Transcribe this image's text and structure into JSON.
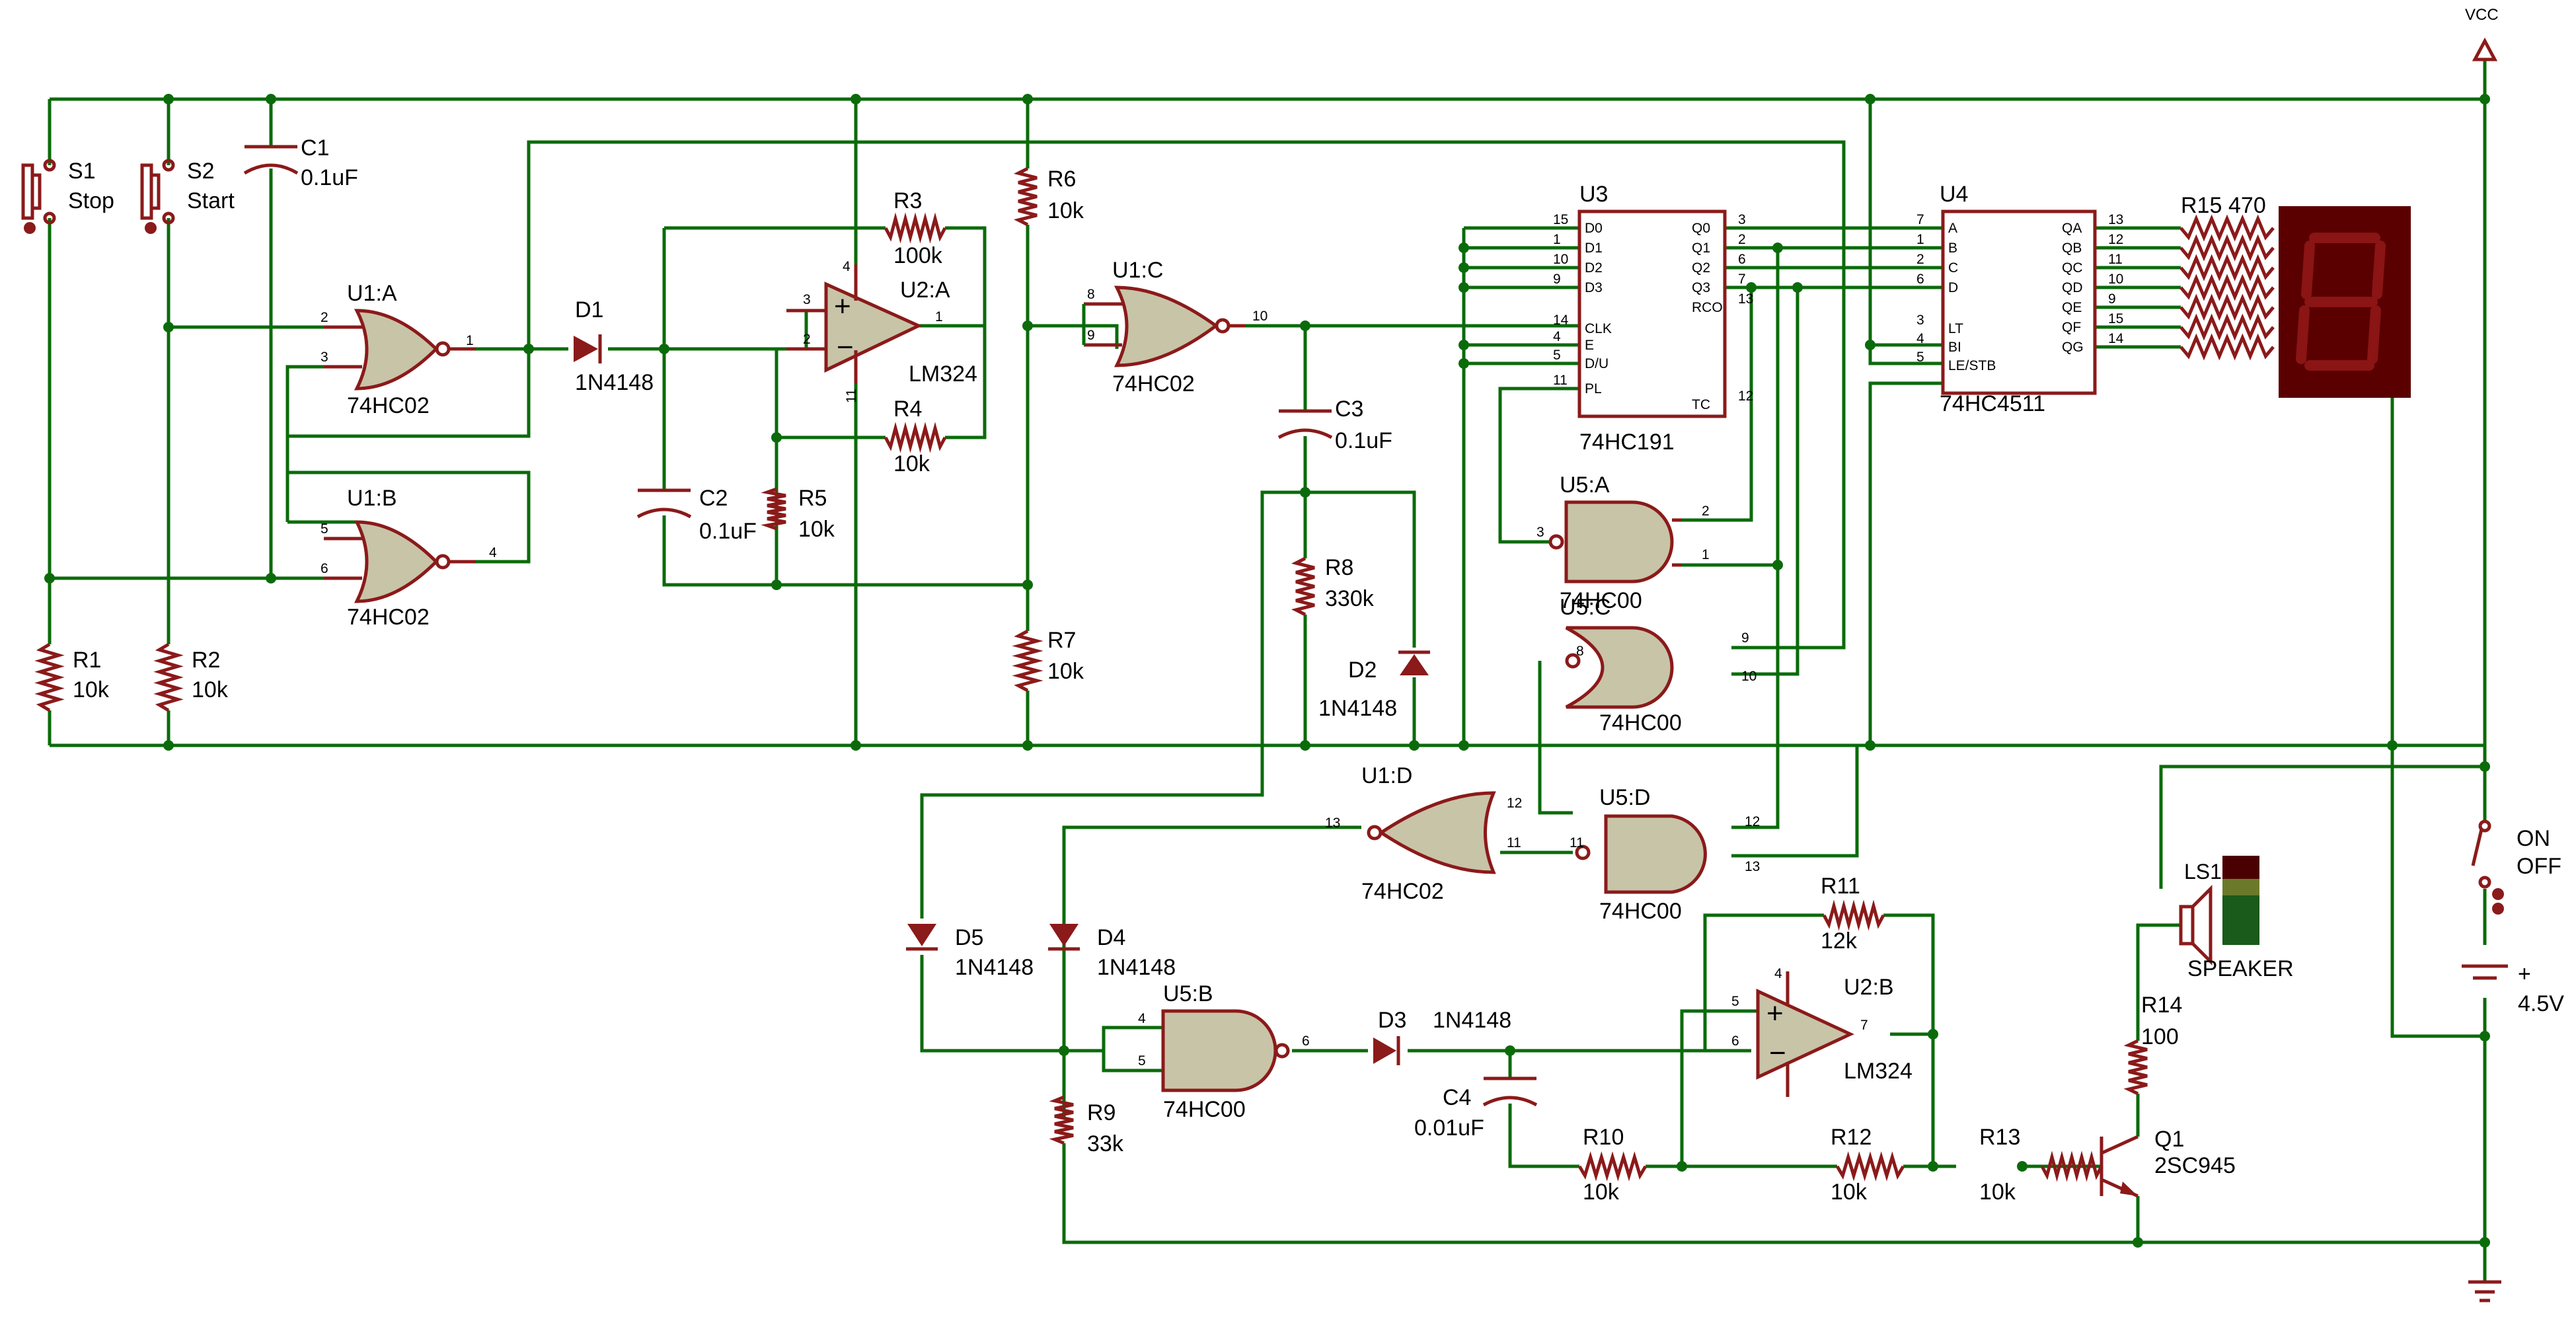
{
  "supply": {
    "vcc": "VCC",
    "battery_plus": "+",
    "battery_value": "4.5V",
    "switch_on": "ON",
    "switch_off": "OFF"
  },
  "components": {
    "s1": {
      "ref": "S1",
      "value": "Stop"
    },
    "s2": {
      "ref": "S2",
      "value": "Start"
    },
    "c1": {
      "ref": "C1",
      "value": "0.1uF"
    },
    "c2": {
      "ref": "C2",
      "value": "0.1uF"
    },
    "c3": {
      "ref": "C3",
      "value": "0.1uF"
    },
    "c4": {
      "ref": "C4",
      "value": "0.01uF"
    },
    "r1": {
      "ref": "R1",
      "value": "10k"
    },
    "r2": {
      "ref": "R2",
      "value": "10k"
    },
    "r3": {
      "ref": "R3",
      "value": "100k"
    },
    "r4": {
      "ref": "R4",
      "value": "10k"
    },
    "r5": {
      "ref": "R5",
      "value": "10k"
    },
    "r6": {
      "ref": "R6",
      "value": "10k"
    },
    "r7": {
      "ref": "R7",
      "value": "10k"
    },
    "r8": {
      "ref": "R8",
      "value": "330k"
    },
    "r9": {
      "ref": "R9",
      "value": "33k"
    },
    "r10": {
      "ref": "R10",
      "value": "10k"
    },
    "r11": {
      "ref": "R11",
      "value": "12k"
    },
    "r12": {
      "ref": "R12",
      "value": "10k"
    },
    "r13": {
      "ref": "R13",
      "value": "10k"
    },
    "r14": {
      "ref": "R14",
      "value": "100"
    },
    "r15": {
      "ref": "R15",
      "value": "470"
    },
    "d1": {
      "ref": "D1",
      "value": "1N4148"
    },
    "d2": {
      "ref": "D2",
      "value": "1N4148"
    },
    "d3": {
      "ref": "D3",
      "value": "1N4148"
    },
    "d4": {
      "ref": "D4",
      "value": "1N4148"
    },
    "d5": {
      "ref": "D5",
      "value": "1N4148"
    },
    "u1a": {
      "ref": "U1:A",
      "value": "74HC02"
    },
    "u1b": {
      "ref": "U1:B",
      "value": "74HC02"
    },
    "u1c": {
      "ref": "U1:C",
      "value": "74HC02"
    },
    "u1d": {
      "ref": "U1:D",
      "value": "74HC02"
    },
    "u2a": {
      "ref": "U2:A",
      "value": "LM324"
    },
    "u2b": {
      "ref": "U2:B",
      "value": "LM324"
    },
    "u3": {
      "ref": "U3",
      "value": "74HC191"
    },
    "u4": {
      "ref": "U4",
      "value": "74HC4511"
    },
    "u5a": {
      "ref": "U5:A",
      "value": "74HC00"
    },
    "u5b": {
      "ref": "U5:B",
      "value": "74HC00"
    },
    "u5c": {
      "ref": "U5:C",
      "value": "74HC00"
    },
    "u5d": {
      "ref": "U5:D",
      "value": "74HC00"
    },
    "q1": {
      "ref": "Q1",
      "value": "2SC945"
    },
    "ls1": {
      "ref": "LS1",
      "value": "SPEAKER"
    }
  },
  "u3_pins_left": [
    "D0",
    "D1",
    "D2",
    "D3",
    "CLK",
    "E",
    "D/U",
    "PL"
  ],
  "u3_pins_right": [
    "Q0",
    "Q1",
    "Q2",
    "Q3",
    "RCO",
    "TC"
  ],
  "u4_pins_left": [
    "A",
    "B",
    "C",
    "D",
    "LT",
    "BI",
    "LE/STB"
  ],
  "u4_pins_right": [
    "QA",
    "QB",
    "QC",
    "QD",
    "QE",
    "QF",
    "QG"
  ],
  "colors": {
    "wire": "#0b6b0b",
    "component": "#8b1a1a",
    "gate_fill": "#c8c4a8",
    "display_bg": "#5a0000",
    "display_segment": "#8b1414"
  }
}
